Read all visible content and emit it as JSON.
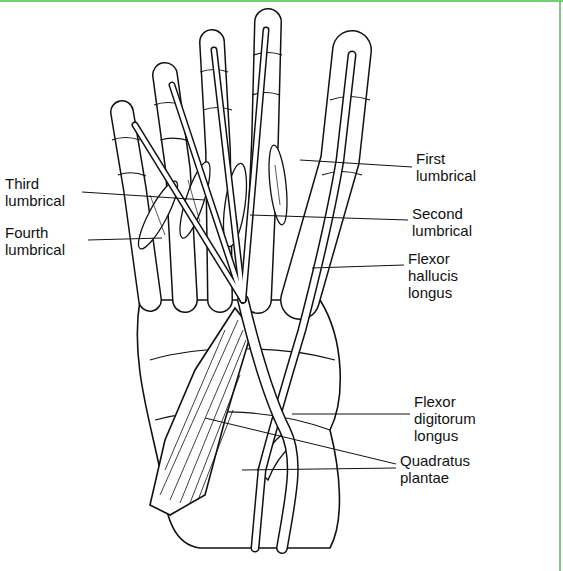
{
  "diagram": {
    "labels": [
      "Third lumbrical",
      "Fourth lumbrical",
      "First lumbrical",
      "Second lumbrical",
      "Flexor hallucis longus",
      "Flexor digitorum longus",
      "Quadratus plantae"
    ]
  }
}
